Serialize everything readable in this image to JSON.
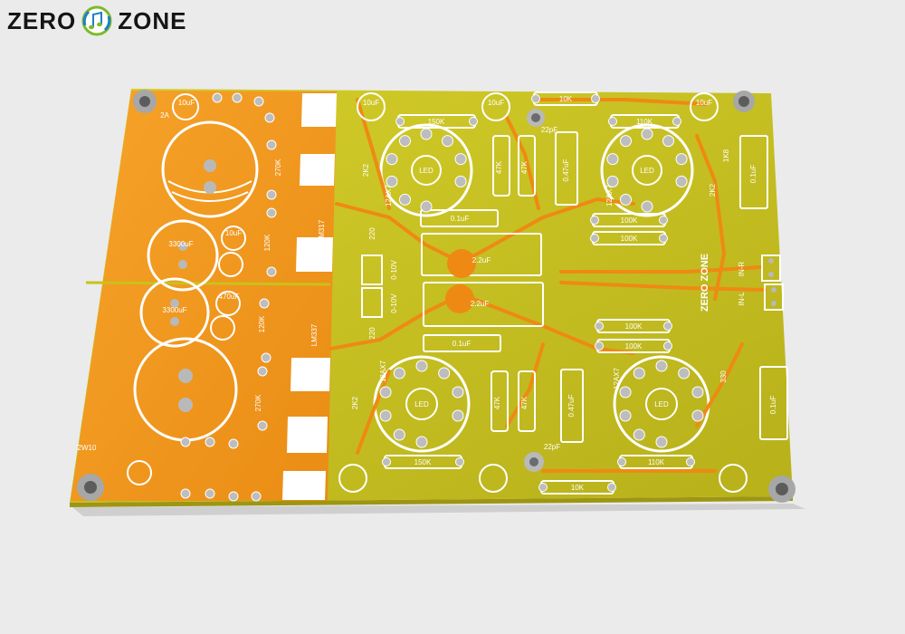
{
  "brand": {
    "left_word": "ZERO",
    "right_word": "ZONE",
    "logo_icon": "music-note-circle-icon"
  },
  "colors": {
    "background": "#ebebeb",
    "board": "#c9c21a",
    "board_edge": "#9d9612",
    "copper_pour": "#f29a1c",
    "trace": "#ee8a14",
    "silkscreen": "#ffffff",
    "pad": "#b9b9b9",
    "logo_blue": "#1f7fc4",
    "logo_green": "#7dbb2a"
  },
  "board_labels": {
    "brand_silk": "ZERO ZONE",
    "caps_main": "3300uF",
    "caps_small": "10uF",
    "caps_470": "470uF",
    "caps_22": "2.2uF",
    "caps_01": "0.1uF",
    "caps_047": "0.47uF",
    "caps_22p": "22pF",
    "res_150k": "150K",
    "res_110k": "110K",
    "res_100k": "100K",
    "res_10k": "10K",
    "res_47k": "47K",
    "res_270k": "270K",
    "res_120k": "120K",
    "res_2k2": "2K2",
    "res_1k8": "1K8",
    "res_220": "220",
    "res_330": "330",
    "tube": "12AX7",
    "led": "LED",
    "in_r": "IN-R",
    "in_l": "IN-L",
    "reg_1": "LM317",
    "reg_2": "LM337",
    "rect": "2W10",
    "chip": "0-10V",
    "fuse": "2A"
  }
}
